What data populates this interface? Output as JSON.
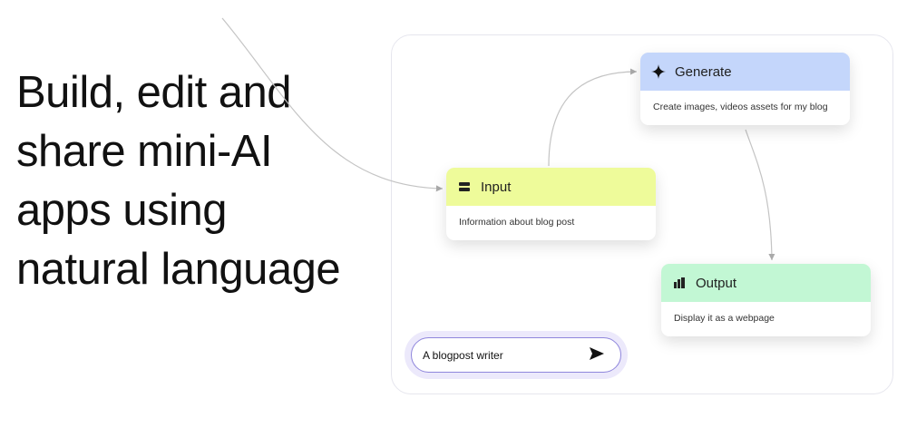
{
  "headline": [
    "Build, edit and",
    "share mini-AI",
    "apps using",
    "natural language"
  ],
  "nodes": {
    "input": {
      "title": "Input",
      "description": "Information about blog post",
      "icon": "list-icon",
      "color": "#eefb9a"
    },
    "generate": {
      "title": "Generate",
      "description": "Create images, videos assets for my blog",
      "icon": "sparkle-icon",
      "color": "#c4d6fb"
    },
    "output": {
      "title": "Output",
      "description": "Display it as a webpage",
      "icon": "chart-icon",
      "color": "#c2f7d4"
    }
  },
  "prompt": {
    "value": "A blogpost writer",
    "send_icon": "send-icon"
  }
}
